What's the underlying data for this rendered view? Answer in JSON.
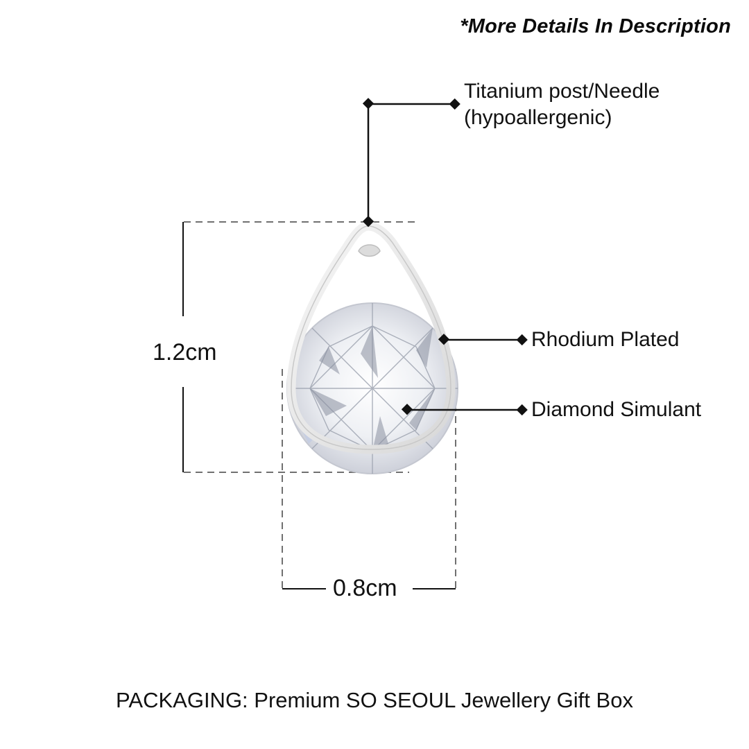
{
  "note": "*More Details In Description",
  "callouts": [
    {
      "id": "post",
      "line1": "Titanium post/Needle",
      "line2": "(hypoallergenic)"
    },
    {
      "id": "plating",
      "label": "Rhodium Plated"
    },
    {
      "id": "stone",
      "label": "Diamond Simulant"
    }
  ],
  "dimensions": {
    "height": "1.2cm",
    "width": "0.8cm"
  },
  "footer": "PACKAGING: Premium SO SEOUL Jewellery Gift Box",
  "colors": {
    "text": "#111111",
    "line": "#111111",
    "dash": "#707070",
    "metal": "#e6e6e6"
  }
}
